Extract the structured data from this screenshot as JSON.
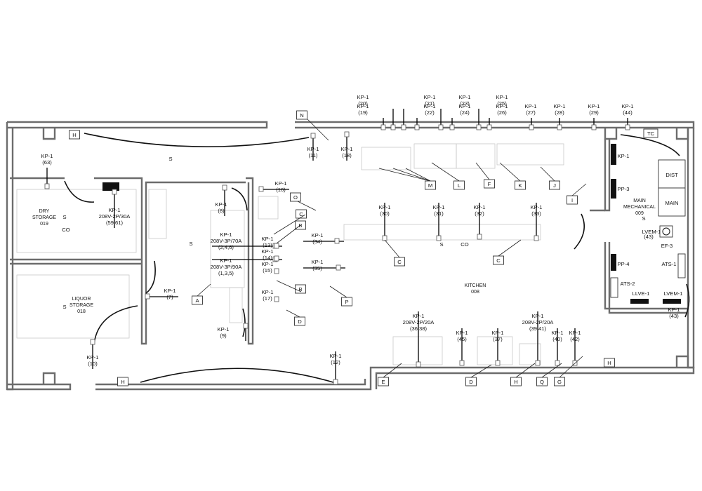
{
  "rooms": [
    {
      "id": "dry",
      "name": "DRY",
      "name2": "STORAGE",
      "number": "019"
    },
    {
      "id": "liquor",
      "name": "LIQUOR",
      "name2": "STORAGE",
      "number": "018"
    },
    {
      "id": "kitchen",
      "name": "KITCHEN",
      "name2": "",
      "number": "008"
    },
    {
      "id": "mech",
      "name": "MAIN",
      "name2": "MECHANICAL",
      "number": "009"
    }
  ],
  "circuits": [
    {
      "id": "c63",
      "panel": "KP-1",
      "circuit": "(63)"
    },
    {
      "id": "c5961",
      "panel": "KP-1",
      "spec": "208V-2P/30A",
      "circuit": "(59,61)"
    },
    {
      "id": "c8",
      "panel": "KP-1",
      "circuit": "(8)"
    },
    {
      "id": "c16",
      "panel": "KP-1",
      "circuit": "(16)"
    },
    {
      "id": "c246",
      "panel": "KP-1",
      "spec": "208V-3P/70A",
      "circuit": "(2,4,6)"
    },
    {
      "id": "c135",
      "panel": "KP-1",
      "spec": "208V-3P/90A",
      "circuit": "(1,3,5)"
    },
    {
      "id": "c7",
      "panel": "KP-1",
      "circuit": "(7)"
    },
    {
      "id": "c9",
      "panel": "KP-1",
      "circuit": "(9)"
    },
    {
      "id": "c10",
      "panel": "KP-1",
      "circuit": "(10)"
    },
    {
      "id": "c11",
      "panel": "KP-1",
      "circuit": "(11)"
    },
    {
      "id": "c18",
      "panel": "KP-1",
      "circuit": "(18)"
    },
    {
      "id": "c19",
      "panel": "KP-1",
      "circuit": "(19)"
    },
    {
      "id": "c20",
      "panel": "KP-1",
      "circuit": "(20)"
    },
    {
      "id": "c21",
      "panel": "KP-1",
      "circuit": "(21)"
    },
    {
      "id": "c22",
      "panel": "KP-1",
      "circuit": "(22)"
    },
    {
      "id": "c23",
      "panel": "KP-1",
      "circuit": "(23)"
    },
    {
      "id": "c24",
      "panel": "KP-1",
      "circuit": "(24)"
    },
    {
      "id": "c25",
      "panel": "KP-1",
      "circuit": "(25)"
    },
    {
      "id": "c26",
      "panel": "KP-1",
      "circuit": "(26)"
    },
    {
      "id": "c27",
      "panel": "KP-1",
      "circuit": "(27)"
    },
    {
      "id": "c28",
      "panel": "KP-1",
      "circuit": "(28)"
    },
    {
      "id": "c29",
      "panel": "KP-1",
      "circuit": "(29)"
    },
    {
      "id": "c44",
      "panel": "KP-1",
      "circuit": "(44)"
    },
    {
      "id": "c13",
      "panel": "KP-1",
      "circuit": "(13)"
    },
    {
      "id": "c14",
      "panel": "KP-1",
      "circuit": "(14)"
    },
    {
      "id": "c15",
      "panel": "KP-1",
      "circuit": "(15)"
    },
    {
      "id": "c17",
      "panel": "KP-1",
      "circuit": "(17)"
    },
    {
      "id": "c34",
      "panel": "KP-1",
      "circuit": "(34)"
    },
    {
      "id": "c35",
      "panel": "KP-1",
      "circuit": "(35)"
    },
    {
      "id": "c30",
      "panel": "KP-1",
      "circuit": "(30)"
    },
    {
      "id": "c31",
      "panel": "KP-1",
      "circuit": "(31)"
    },
    {
      "id": "c32",
      "panel": "KP-1",
      "circuit": "(32)"
    },
    {
      "id": "c33",
      "panel": "KP-1",
      "circuit": "(33)"
    },
    {
      "id": "c3638",
      "panel": "KP-1",
      "spec": "208V-2P/20A",
      "circuit": "(36,38)"
    },
    {
      "id": "c45",
      "panel": "KP-1",
      "circuit": "(45)"
    },
    {
      "id": "c37",
      "panel": "KP-1",
      "circuit": "(37)"
    },
    {
      "id": "c3941",
      "panel": "KP-1",
      "spec": "208V-2P/20A",
      "circuit": "(39,41)"
    },
    {
      "id": "c40",
      "panel": "KP-1",
      "circuit": "(40)"
    },
    {
      "id": "c42",
      "panel": "KP-1",
      "circuit": "(42)"
    },
    {
      "id": "c12",
      "panel": "KP-1",
      "circuit": "(12)"
    },
    {
      "id": "c43a",
      "panel": "",
      "circuit": "(43)"
    },
    {
      "id": "c43b",
      "panel": "KP-1",
      "circuit": "(43)"
    }
  ],
  "tags": [
    "N",
    "H",
    "TC",
    "S",
    "O",
    "C",
    "B",
    "A",
    "D",
    "P",
    "E",
    "M",
    "L",
    "F",
    "K",
    "J",
    "I",
    "CO",
    "Q",
    "G"
  ],
  "equipment": [
    "DIST",
    "MAIN",
    "KP-1",
    "PP-3",
    "LVEM-1",
    "EF-3",
    "PP-4",
    "ATS-1",
    "ATS-2",
    "LLVE-1",
    "LVEM-1"
  ]
}
